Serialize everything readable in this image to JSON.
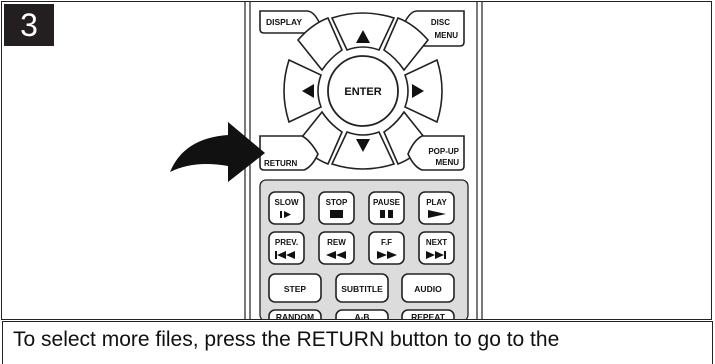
{
  "step": {
    "number": "3"
  },
  "remote": {
    "buttons": {
      "display": "DISPLAY",
      "disc_menu": [
        "DISC",
        "MENU"
      ],
      "enter": "ENTER",
      "return": "RETURN",
      "popup_menu": [
        "POP-UP",
        "MENU"
      ],
      "slow": "SLOW",
      "stop": "STOP",
      "pause": "PAUSE",
      "play": "PLAY",
      "prev": "PREV.",
      "rew": "REW",
      "ff": "F.F",
      "next": "NEXT",
      "step": "STEP",
      "subtitle": "SUBTITLE",
      "audio": "AUDIO",
      "random": "RANDOM",
      "ab": "A-B",
      "repeat": "REPEAT"
    },
    "icons": [
      "arrow-up-icon",
      "arrow-down-icon",
      "arrow-left-icon",
      "arrow-right-icon",
      "pointer-arrow-icon"
    ]
  },
  "caption": {
    "text": "To select more files, press the RETURN button to go to the"
  }
}
